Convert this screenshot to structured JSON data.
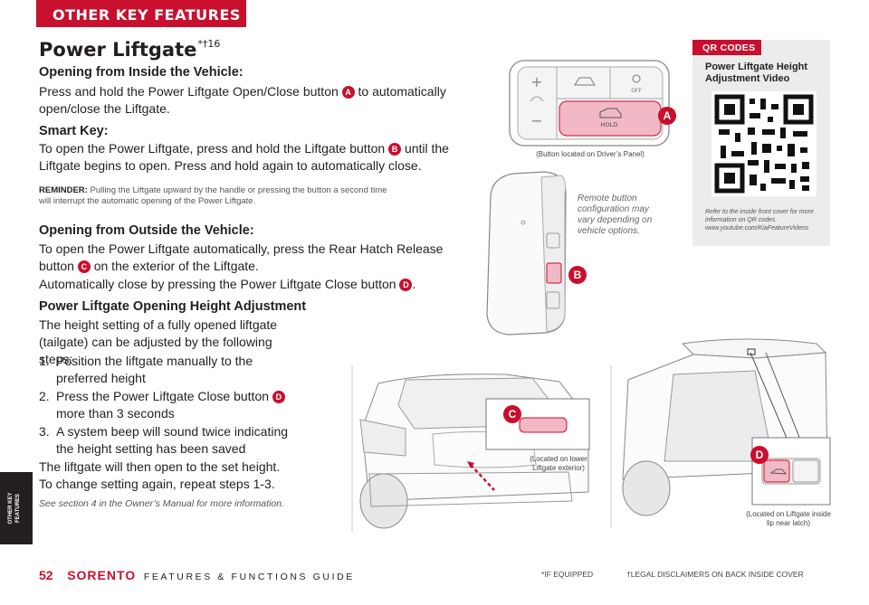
{
  "header": {
    "section_label": "OTHER KEY FEATURES"
  },
  "side_tab": {
    "label": "OTHER KEY FEATURES"
  },
  "title": {
    "main": "Power Liftgate",
    "marks": "*†16"
  },
  "inside": {
    "heading": "Opening from Inside the Vehicle:",
    "text_before": "Press and hold the Power Liftgate Open/Close button",
    "badge": "A",
    "text_after": "to automatically open/close the Liftgate."
  },
  "smart_key": {
    "heading": "Smart Key:",
    "text_before": "To open the Power Liftgate, press and hold the Liftgate button",
    "badge": "B",
    "text_after": "until the Liftgate begins to open. Press and hold again to automatically close."
  },
  "reminder": {
    "label": "REMINDER:",
    "text": "Pulling the Liftgate upward by the handle or pressing the button a second time will interrupt the automatic opening of the Power Liftgate."
  },
  "outside": {
    "heading": "Opening from Outside the Vehicle:",
    "p1_before": "To open the Power Liftgate automatically, press the Rear Hatch Release button",
    "p1_badge": "C",
    "p1_after": "on the exterior of the Liftgate.",
    "p2_before": "Automatically close by pressing the Power Liftgate Close button",
    "p2_badge": "D",
    "p2_after": "."
  },
  "height": {
    "heading": "Power Liftgate Opening Height Adjustment",
    "intro": "The height setting of a fully opened liftgate (tailgate) can be adjusted by the following steps:",
    "steps": [
      {
        "num": "1.",
        "text": "Position the liftgate manually to the preferred height"
      },
      {
        "num": "2.",
        "text_before": "Press the Power Liftgate Close button",
        "badge": "D",
        "text_after": "more than 3 seconds"
      },
      {
        "num": "3.",
        "text": "A system beep will sound twice indicating the height setting has been saved"
      }
    ],
    "outro": "The liftgate will then open to the set height. To change setting again, repeat steps 1-3.",
    "see_section": "See section 4 in the Owner’s Manual for more information."
  },
  "qr": {
    "tag": "QR CODES",
    "title": "Power Liftgate Height Adjustment Video",
    "footnote_1": "Refer to the inside front cover for more information on QR codes.",
    "footnote_2": "www.youtube.com/KiaFeatureVideos"
  },
  "images": {
    "driver_panel": {
      "off_label": "OFF",
      "hold_label": "HOLD",
      "caption": "(Button located on Driver’s Panel)",
      "callout": "A"
    },
    "remote": {
      "note": "Remote button configuration may vary depending on vehicle options.",
      "callout": "B"
    },
    "exterior": {
      "caption_1": "(Located on lower",
      "caption_2": "Liftgate exterior)",
      "callout": "C"
    },
    "interior": {
      "caption_1": "(Located on Liftgate inside",
      "caption_2": "lip near latch)",
      "callout": "D"
    }
  },
  "footer": {
    "page": "52",
    "brand": "SORENTO",
    "guide": "FEATURES & FUNCTIONS GUIDE",
    "if_equipped": "*IF EQUIPPED",
    "legal": "†LEGAL DISCLAIMERS ON BACK INSIDE COVER"
  },
  "colors": {
    "accent": "#c8102e",
    "text": "#231f20",
    "panel_gray": "#ececec"
  }
}
